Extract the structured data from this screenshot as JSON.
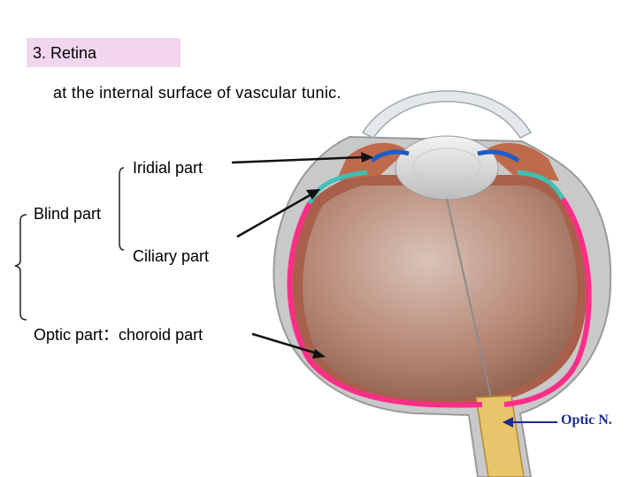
{
  "title": "3. Retina",
  "subtitle": "at the internal surface of vascular tunic.",
  "labels": {
    "iridial": "Iridial part",
    "blind": "Blind part",
    "ciliary": "Ciliary part",
    "optic": "Optic part：choroid part",
    "optic_nerve": "Optic N."
  },
  "colors": {
    "title_bg": "#f2d6ee",
    "retina_optic": "#ff2e88",
    "retina_ciliary": "#3fc0b4",
    "retina_iridial": "#1e5cc8",
    "optic_nerve_label": "#1a2c8f"
  }
}
